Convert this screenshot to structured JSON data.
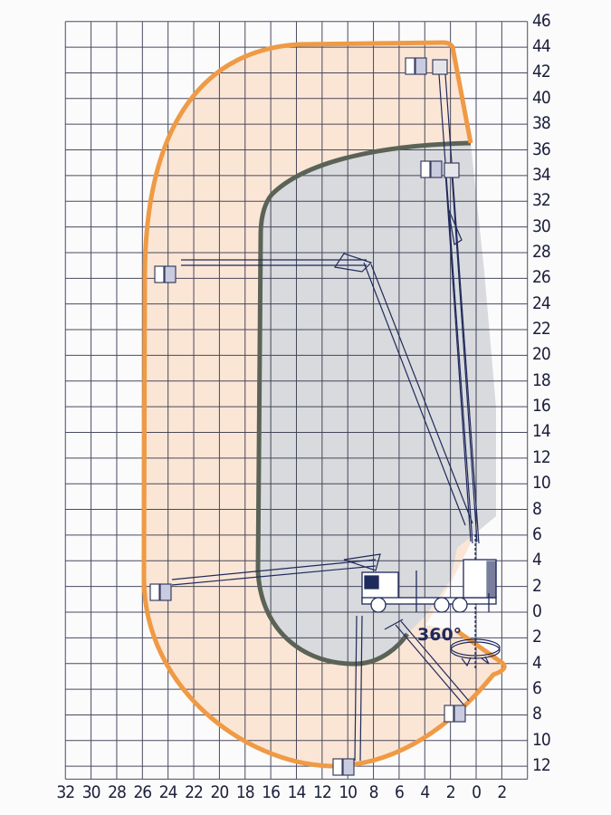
{
  "diagram": {
    "type": "working-range",
    "y_axis_labels": [
      "46",
      "44",
      "42",
      "40",
      "38",
      "36",
      "34",
      "32",
      "30",
      "28",
      "26",
      "24",
      "22",
      "20",
      "18",
      "16",
      "14",
      "12",
      "10",
      "8",
      "6",
      "4",
      "2",
      "0",
      "2",
      "4",
      "6",
      "8",
      "10",
      "12"
    ],
    "y_axis_values": [
      46,
      44,
      42,
      40,
      38,
      36,
      34,
      32,
      30,
      28,
      26,
      24,
      22,
      20,
      18,
      16,
      14,
      12,
      10,
      8,
      6,
      4,
      2,
      0,
      -2,
      -4,
      -6,
      -8,
      -10,
      -12
    ],
    "x_axis_labels": [
      "32",
      "30",
      "28",
      "26",
      "24",
      "22",
      "20",
      "18",
      "16",
      "14",
      "12",
      "10",
      "8",
      "6",
      "4",
      "2",
      "0",
      "2"
    ],
    "x_axis_values": [
      32,
      30,
      28,
      26,
      24,
      22,
      20,
      18,
      16,
      14,
      12,
      10,
      8,
      6,
      4,
      2,
      0,
      -2
    ],
    "rotation_label": "360°",
    "colors": {
      "envelope_fill": "#fbe6d6",
      "envelope_outline": "#ef9a45",
      "inner_fill": "#d9dadd",
      "inner_outline": "#5b6357",
      "grid": "#2a2d45",
      "machine": "#1f2a5c"
    }
  }
}
